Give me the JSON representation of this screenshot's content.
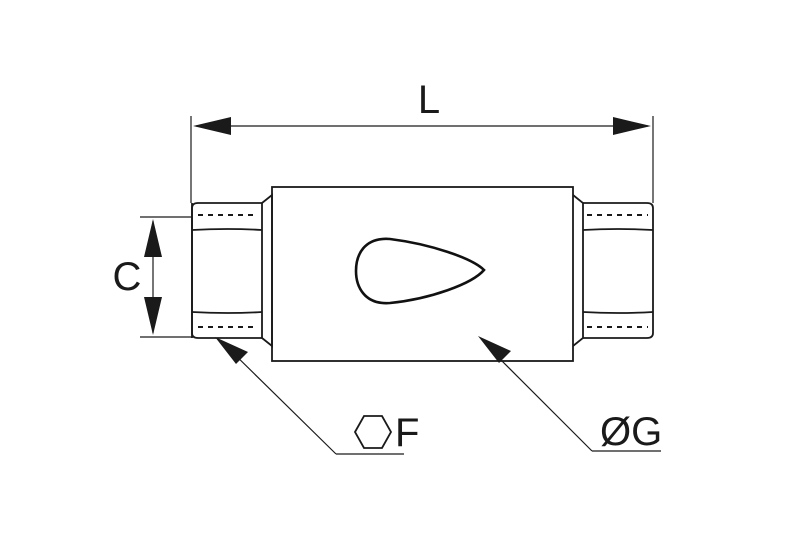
{
  "labels": {
    "length": "L",
    "hex_height": "C",
    "hex_size": "F",
    "diameter": "ØG"
  },
  "icons": {
    "hex_symbol": "hexagon-icon"
  },
  "colors": {
    "line": "#1a1a1a",
    "background": "#ffffff"
  }
}
